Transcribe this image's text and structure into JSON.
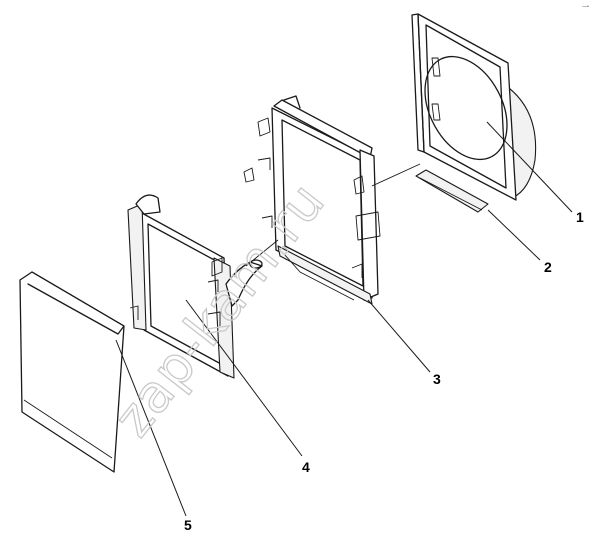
{
  "watermark": "zap-kam.ru",
  "corner_mark": "—•",
  "callouts": [
    {
      "id": "1",
      "label": "1"
    },
    {
      "id": "2",
      "label": "2"
    },
    {
      "id": "3",
      "label": "3"
    },
    {
      "id": "4",
      "label": "4"
    },
    {
      "id": "5",
      "label": "5"
    }
  ]
}
